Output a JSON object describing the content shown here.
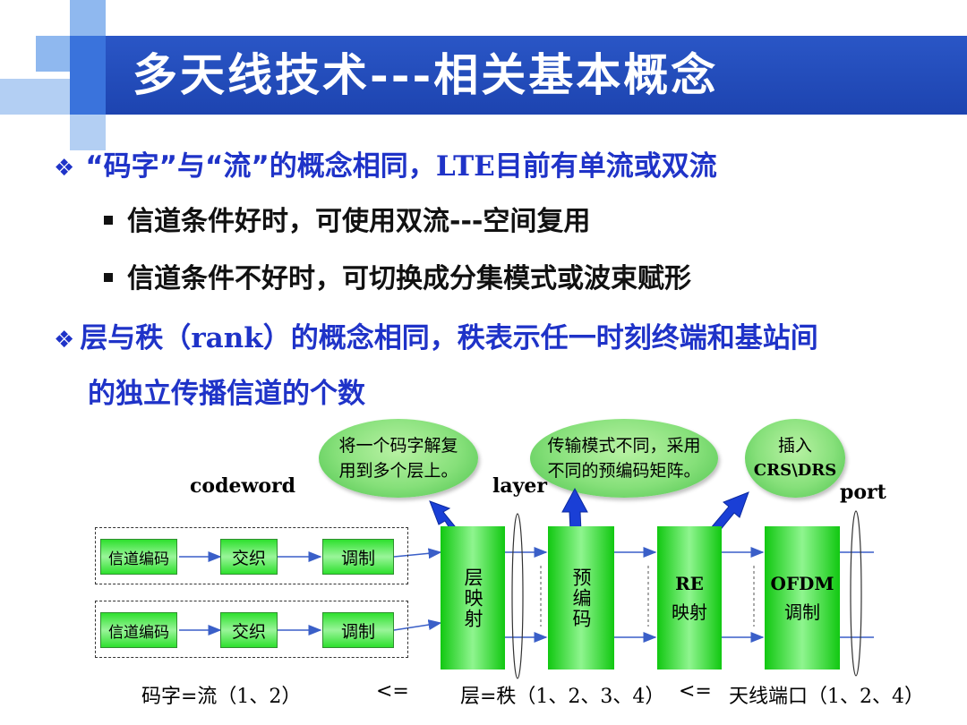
{
  "title": "多天线技术---相关基本概念",
  "bullets": [
    {
      "prefix": "“码字”与“流”的概念相同，",
      "mid": "LTE",
      "suffix": "目前有单流或双流"
    },
    {
      "text": "信道条件好时，可使用双流---空间复用"
    },
    {
      "text": "信道条件不好时，可切换成分集模式或波束赋形"
    },
    {
      "prefix": "层与秩（",
      "mid": "rank",
      "suffix": "）的概念相同，秩表示任一时刻终端和基站间",
      "cont": "的独立传播信道的个数"
    }
  ],
  "diagram": {
    "callouts": [
      {
        "line1": "将一个码字解复",
        "line2": "用到多个层上。"
      },
      {
        "line1": "传输模式不同，采用",
        "line2": "不同的预编码矩阵。"
      },
      {
        "line1": "插入",
        "line2": "CRS\\DRS"
      }
    ],
    "labels": {
      "codeword": "codeword",
      "layer": "layer",
      "port": "port"
    },
    "chain": {
      "encode": "信道编码",
      "interleave": "交织",
      "modulate": "调制"
    },
    "blocks": {
      "layer_map": "层映射",
      "precode": "预编码",
      "re_map_1": "RE",
      "re_map_2": "映射",
      "ofdm_1": "OFDM",
      "ofdm_2": "调制"
    },
    "bottom": {
      "left": "码字=流（1、2）",
      "op1": "<=",
      "mid": "层=秩（1、2、3、4）",
      "op2": "<=",
      "right": "天线端口（1、2、4）"
    }
  },
  "colors": {
    "title_bar": "#1d44b0",
    "bullet_blue": "#1f33c8",
    "block_green": "#11c811",
    "arrow_blue": "#1a3fd6",
    "square_light": "#9cc2f2",
    "square_dark": "#3e78e0"
  }
}
